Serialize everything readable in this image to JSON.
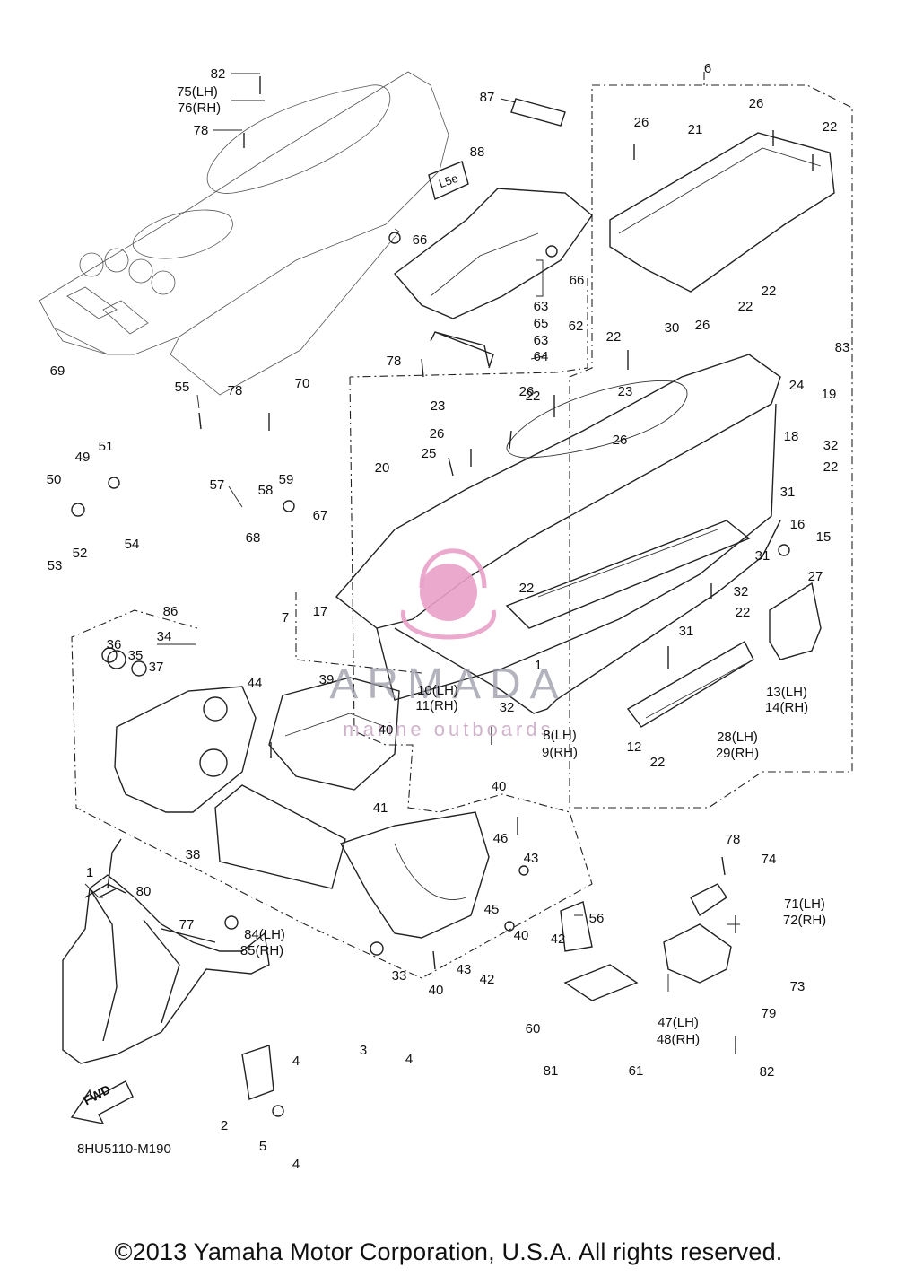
{
  "diagram": {
    "part_code": "8HU5110-M190",
    "copyright": "©2013 Yamaha Motor Corporation, U.S.A. All rights reserved.",
    "watermark_brand": "ARMADA",
    "watermark_tagline": "marine outboards",
    "decal_text": "L5e",
    "fwd_arrow_text": "FWD",
    "logo_color": "#e8a0c8",
    "callouts": [
      {
        "id": "c82a",
        "text": "82"
      },
      {
        "id": "c75",
        "text": "75(LH)"
      },
      {
        "id": "c76",
        "text": "76(RH)"
      },
      {
        "id": "c78a",
        "text": "78"
      },
      {
        "id": "c87",
        "text": "87"
      },
      {
        "id": "c88",
        "text": "88"
      },
      {
        "id": "c6",
        "text": "6"
      },
      {
        "id": "c26a",
        "text": "26"
      },
      {
        "id": "c21",
        "text": "21"
      },
      {
        "id": "c26b",
        "text": "26"
      },
      {
        "id": "c22a",
        "text": "22"
      },
      {
        "id": "c66a",
        "text": "66"
      },
      {
        "id": "c66b",
        "text": "66"
      },
      {
        "id": "c63a",
        "text": "63"
      },
      {
        "id": "c65",
        "text": "65"
      },
      {
        "id": "c62",
        "text": "62"
      },
      {
        "id": "c63b",
        "text": "63"
      },
      {
        "id": "c64",
        "text": "64"
      },
      {
        "id": "c22b",
        "text": "22"
      },
      {
        "id": "c22c",
        "text": "22"
      },
      {
        "id": "c26c",
        "text": "26"
      },
      {
        "id": "c30",
        "text": "30"
      },
      {
        "id": "c83",
        "text": "83"
      },
      {
        "id": "c69",
        "text": "69"
      },
      {
        "id": "c78b",
        "text": "78"
      },
      {
        "id": "c22d",
        "text": "22"
      },
      {
        "id": "c24",
        "text": "24"
      },
      {
        "id": "c19",
        "text": "19"
      },
      {
        "id": "c70",
        "text": "70"
      },
      {
        "id": "c78c",
        "text": "78"
      },
      {
        "id": "c23a",
        "text": "23"
      },
      {
        "id": "c26d",
        "text": "26"
      },
      {
        "id": "c22e",
        "text": "22"
      },
      {
        "id": "c23b",
        "text": "23"
      },
      {
        "id": "c26e",
        "text": "26"
      },
      {
        "id": "c18",
        "text": "18"
      },
      {
        "id": "c55",
        "text": "55"
      },
      {
        "id": "c26f",
        "text": "26"
      },
      {
        "id": "c25",
        "text": "25"
      },
      {
        "id": "c32a",
        "text": "32"
      },
      {
        "id": "c51",
        "text": "51"
      },
      {
        "id": "c49",
        "text": "49"
      },
      {
        "id": "c20",
        "text": "20"
      },
      {
        "id": "c22f",
        "text": "22"
      },
      {
        "id": "c31a",
        "text": "31"
      },
      {
        "id": "c50",
        "text": "50"
      },
      {
        "id": "c57",
        "text": "57"
      },
      {
        "id": "c58",
        "text": "58"
      },
      {
        "id": "c59",
        "text": "59"
      },
      {
        "id": "c67",
        "text": "67"
      },
      {
        "id": "c16",
        "text": "16"
      },
      {
        "id": "c15",
        "text": "15"
      },
      {
        "id": "c53",
        "text": "53"
      },
      {
        "id": "c52",
        "text": "52"
      },
      {
        "id": "c54",
        "text": "54"
      },
      {
        "id": "c68",
        "text": "68"
      },
      {
        "id": "c31b",
        "text": "31"
      },
      {
        "id": "c27",
        "text": "27"
      },
      {
        "id": "c22g",
        "text": "22"
      },
      {
        "id": "c32b",
        "text": "32"
      },
      {
        "id": "c22h",
        "text": "22"
      },
      {
        "id": "c86",
        "text": "86"
      },
      {
        "id": "c7",
        "text": "7"
      },
      {
        "id": "c17",
        "text": "17"
      },
      {
        "id": "c31c",
        "text": "31"
      },
      {
        "id": "c36",
        "text": "36"
      },
      {
        "id": "c34",
        "text": "34"
      },
      {
        "id": "c35",
        "text": "35"
      },
      {
        "id": "c37",
        "text": "37"
      },
      {
        "id": "c44",
        "text": "44"
      },
      {
        "id": "c39",
        "text": "39"
      },
      {
        "id": "c1a",
        "text": "1"
      },
      {
        "id": "c10",
        "text": "10(LH)"
      },
      {
        "id": "c11",
        "text": "11(RH)"
      },
      {
        "id": "c13",
        "text": "13(LH)"
      },
      {
        "id": "c14",
        "text": "14(RH)"
      },
      {
        "id": "c32c",
        "text": "32"
      },
      {
        "id": "c40a",
        "text": "40"
      },
      {
        "id": "c8",
        "text": "8(LH)"
      },
      {
        "id": "c9",
        "text": "9(RH)"
      },
      {
        "id": "c28",
        "text": "28(LH)"
      },
      {
        "id": "c29",
        "text": "29(RH)"
      },
      {
        "id": "c12",
        "text": "12"
      },
      {
        "id": "c22i",
        "text": "22"
      },
      {
        "id": "c40b",
        "text": "40"
      },
      {
        "id": "c41",
        "text": "41"
      },
      {
        "id": "c38",
        "text": "38"
      },
      {
        "id": "c46",
        "text": "46"
      },
      {
        "id": "c43a",
        "text": "43"
      },
      {
        "id": "c56",
        "text": "56"
      },
      {
        "id": "c78d",
        "text": "78"
      },
      {
        "id": "c74",
        "text": "74"
      },
      {
        "id": "c1b",
        "text": "1"
      },
      {
        "id": "c71",
        "text": "71(LH)"
      },
      {
        "id": "c72",
        "text": "72(RH)"
      },
      {
        "id": "c80",
        "text": "80"
      },
      {
        "id": "c45",
        "text": "45"
      },
      {
        "id": "c40c",
        "text": "40"
      },
      {
        "id": "c42a",
        "text": "42"
      },
      {
        "id": "c77",
        "text": "77"
      },
      {
        "id": "c84",
        "text": "84(LH)"
      },
      {
        "id": "c85",
        "text": "85(RH)"
      },
      {
        "id": "c43b",
        "text": "43"
      },
      {
        "id": "c42b",
        "text": "42"
      },
      {
        "id": "c73",
        "text": "73"
      },
      {
        "id": "c33",
        "text": "33"
      },
      {
        "id": "c40d",
        "text": "40"
      },
      {
        "id": "c79",
        "text": "79"
      },
      {
        "id": "c60",
        "text": "60"
      },
      {
        "id": "c47",
        "text": "47(LH)"
      },
      {
        "id": "c48",
        "text": "48(RH)"
      },
      {
        "id": "c3",
        "text": "3"
      },
      {
        "id": "c4a",
        "text": "4"
      },
      {
        "id": "c4b",
        "text": "4"
      },
      {
        "id": "c81",
        "text": "81"
      },
      {
        "id": "c61",
        "text": "61"
      },
      {
        "id": "c82b",
        "text": "82"
      },
      {
        "id": "c2",
        "text": "2"
      },
      {
        "id": "c5",
        "text": "5"
      },
      {
        "id": "c4c",
        "text": "4"
      }
    ]
  }
}
